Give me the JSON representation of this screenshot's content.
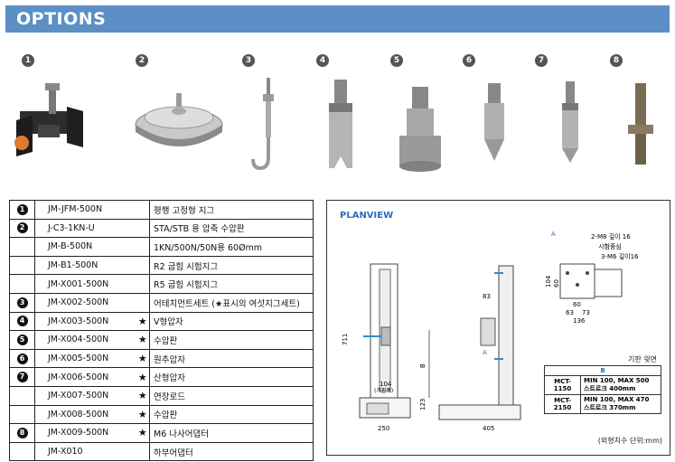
{
  "header": {
    "title": "OPTIONS"
  },
  "products": [
    {
      "num": "1",
      "icon": "jig-clamp-icon"
    },
    {
      "num": "2",
      "icon": "compression-plate-icon"
    },
    {
      "num": "3",
      "icon": "hook-icon"
    },
    {
      "num": "4",
      "icon": "v-notch-adapter-icon"
    },
    {
      "num": "5",
      "icon": "flat-adapter-icon"
    },
    {
      "num": "6",
      "icon": "cone-adapter-icon"
    },
    {
      "num": "7",
      "icon": "chisel-adapter-icon"
    },
    {
      "num": "8",
      "icon": "threaded-adapter-icon"
    }
  ],
  "options_table": [
    {
      "num": "1",
      "code": "JM-JFM-500N",
      "star": "",
      "desc": "평행 고정형 지그"
    },
    {
      "num": "2",
      "code": "J-C3-1KN-U",
      "star": "",
      "desc": "STA/STB 용 압축 수압판"
    },
    {
      "num": "",
      "code": "JM-B-500N",
      "star": "",
      "desc": "1KN/500N/50N용 60Ømm"
    },
    {
      "num": "",
      "code": "JM-B1-500N",
      "star": "",
      "desc": "R2 굽힘 시험지그"
    },
    {
      "num": "",
      "code": "JM-X001-500N",
      "star": "",
      "desc": "R5 굽힘 시험지그"
    },
    {
      "num": "3",
      "code": "JM-X002-500N",
      "star": "",
      "desc": "어테치먼트세트 (★표시의 여섯지그세트)"
    },
    {
      "num": "4",
      "code": "JM-X003-500N",
      "star": "★",
      "desc": "V형압자"
    },
    {
      "num": "5",
      "code": "JM-X004-500N",
      "star": "★",
      "desc": "수압판"
    },
    {
      "num": "6",
      "code": "JM-X005-500N",
      "star": "★",
      "desc": "원추압자"
    },
    {
      "num": "7",
      "code": "JM-X006-500N",
      "star": "★",
      "desc": "산형압자"
    },
    {
      "num": "",
      "code": "JM-X007-500N",
      "star": "★",
      "desc": "연장로드"
    },
    {
      "num": "",
      "code": "JM-X008-500N",
      "star": "★",
      "desc": "수압판"
    },
    {
      "num": "8",
      "code": "JM-X009-500N",
      "star": "★",
      "desc": "M6 나사어댑터"
    },
    {
      "num": "",
      "code": "JM-X010",
      "star": "",
      "desc": "하부어댑터"
    }
  ],
  "planview": {
    "title": "PLANVIEW",
    "dims": {
      "height": "711",
      "base_w": "250",
      "depth": "405",
      "d104": "104",
      "base_label": "(기판폭)",
      "d83": "83",
      "d123": "123",
      "B": "B",
      "A": "A",
      "tp_104": "104",
      "tp_60v": "60",
      "tp_60h": "60",
      "tp_63": "63",
      "tp_73": "73",
      "tp_136": "136"
    },
    "notes": {
      "m8": "2-M8 깊이 16",
      "center": "시험중심",
      "m6": "3-M6 깊이16",
      "A": "A"
    },
    "base_view": "기판 윗면",
    "spec_header": "B",
    "spec_rows": [
      {
        "model": "MCT-1150",
        "line1": "MIN 100, MAX 500",
        "line2": "스트로크 400mm"
      },
      {
        "model": "MCT-2150",
        "line1": "MIN 100, MAX 470",
        "line2": "스트로크 370mm"
      }
    ],
    "unit": "(외형치수 단위:mm)"
  }
}
